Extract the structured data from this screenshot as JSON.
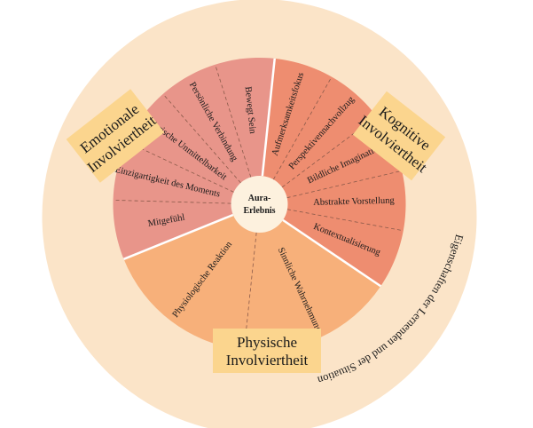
{
  "center": {
    "line1": "Aura-",
    "line2": "Erlebnis"
  },
  "outer_ring_label": "Eigenschaften der Lernenden und der Situation",
  "colors": {
    "outer_ring": "#fbe4c8",
    "center": "#fdf1de",
    "emotional_sector": "#e8958a",
    "cognitive_sector": "#ee8d70",
    "physical_sector": "#f7b07a",
    "box": "#fbd58e",
    "divider": "#8a5a4a"
  },
  "categories": {
    "emotional": {
      "line1": "Emotionale",
      "line2": "Involviertheit"
    },
    "cognitive": {
      "line1": "Kognitive",
      "line2": "Involviertheit"
    },
    "physical": {
      "line1": "Physische",
      "line2": "Involviertheit"
    }
  },
  "segments": {
    "emotional": [
      "Mitgefühl",
      "Einzigartigkeit des Moments",
      "Historische Unmittelbarkeit",
      "Persönliche Verbindung",
      "Bewegt Sein"
    ],
    "cognitive": [
      "Aufmerksamkeitsfokus",
      "Perspektivennachvollzug",
      "Bildliche Imagination",
      "Abstrakte Vorstellung",
      "Kontextualisierung"
    ],
    "physical": [
      "Sinnliche Wahrnehmung",
      "Physiologische Reaktion"
    ]
  }
}
